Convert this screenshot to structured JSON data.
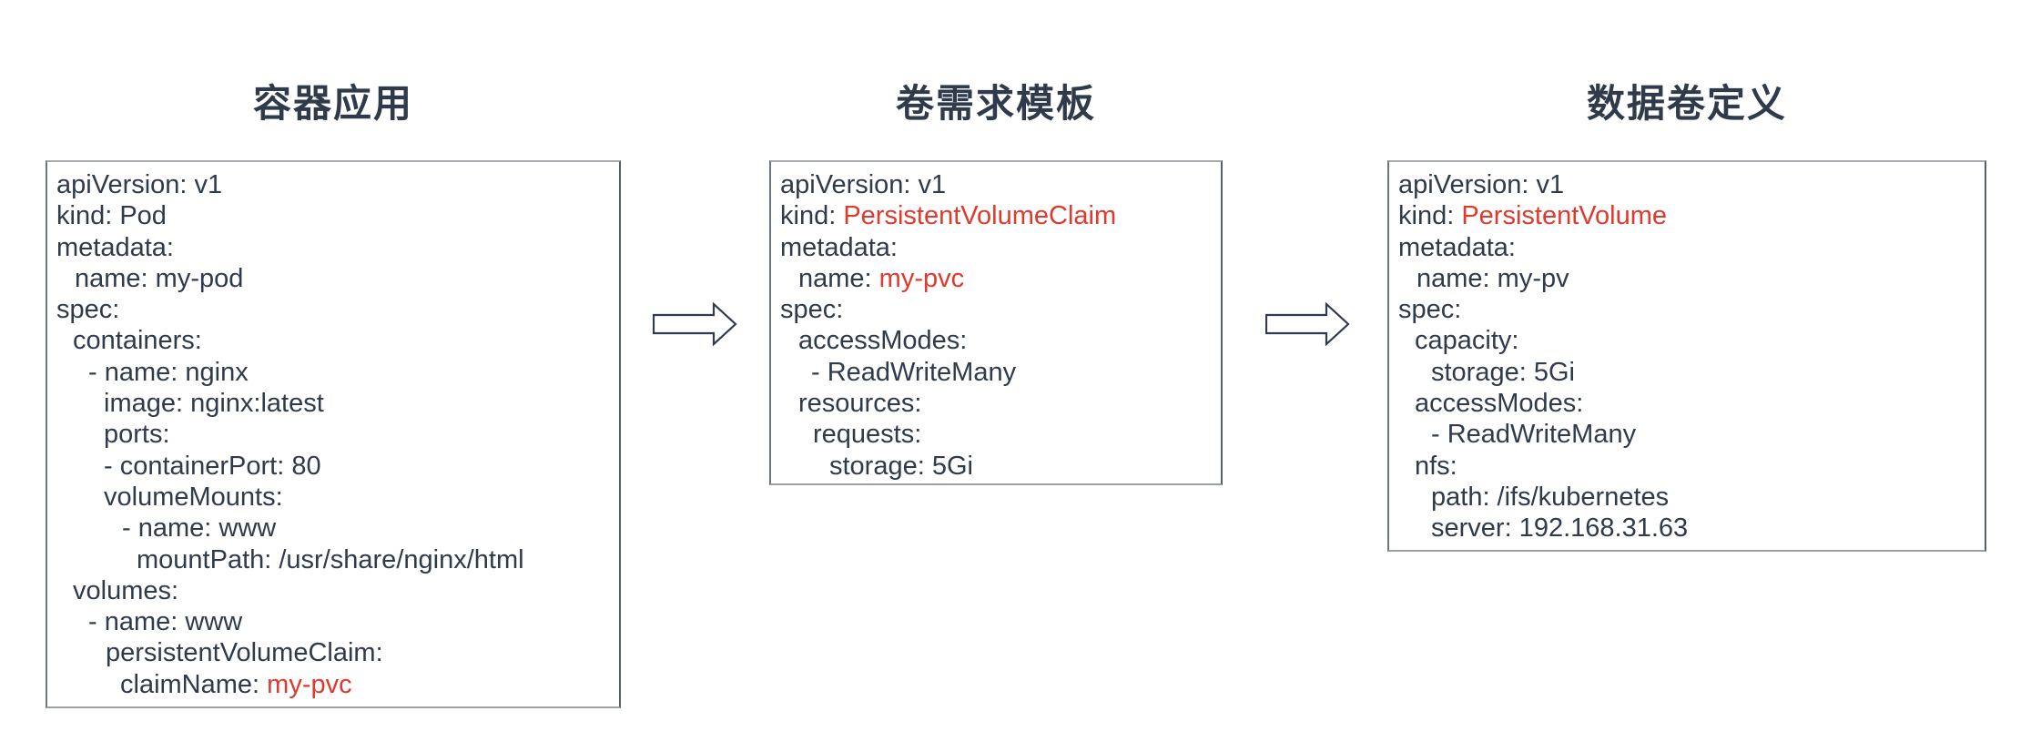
{
  "colors": {
    "text": "#2f3b4b",
    "highlight": "#e0392d",
    "panel_border": "#8a9197",
    "arrow_outline": "#2f3b4b"
  },
  "columns": [
    {
      "title": "容器应用",
      "yaml_lines": [
        {
          "indent": 0,
          "segments": [
            {
              "text": "apiVersion: v1"
            }
          ]
        },
        {
          "indent": 0,
          "segments": [
            {
              "text": "kind: Pod"
            }
          ]
        },
        {
          "indent": 0,
          "segments": [
            {
              "text": "metadata:"
            }
          ]
        },
        {
          "indent": 20,
          "segments": [
            {
              "text": "name: my-pod"
            }
          ]
        },
        {
          "indent": 0,
          "segments": [
            {
              "text": "spec:"
            }
          ]
        },
        {
          "indent": 18,
          "segments": [
            {
              "text": "containers:"
            }
          ]
        },
        {
          "indent": 35,
          "segments": [
            {
              "text": "- name: nginx"
            }
          ]
        },
        {
          "indent": 52,
          "segments": [
            {
              "text": "image: nginx:latest"
            }
          ]
        },
        {
          "indent": 52,
          "segments": [
            {
              "text": "ports:"
            }
          ]
        },
        {
          "indent": 52,
          "segments": [
            {
              "text": "- containerPort: 80"
            }
          ]
        },
        {
          "indent": 52,
          "segments": [
            {
              "text": "volumeMounts:"
            }
          ]
        },
        {
          "indent": 72,
          "segments": [
            {
              "text": "- name: www"
            }
          ]
        },
        {
          "indent": 88,
          "segments": [
            {
              "text": "mountPath: /usr/share/nginx/html"
            }
          ]
        },
        {
          "indent": 18,
          "segments": [
            {
              "text": "volumes:"
            }
          ]
        },
        {
          "indent": 35,
          "segments": [
            {
              "text": "- name: www"
            }
          ]
        },
        {
          "indent": 54,
          "segments": [
            {
              "text": "persistentVolumeClaim:"
            }
          ]
        },
        {
          "indent": 70,
          "segments": [
            {
              "text": "claimName: "
            },
            {
              "text": "my-pvc",
              "color": "highlight"
            }
          ]
        }
      ]
    },
    {
      "title": "卷需求模板",
      "yaml_lines": [
        {
          "indent": 0,
          "segments": [
            {
              "text": "apiVersion: v1"
            }
          ]
        },
        {
          "indent": 0,
          "segments": [
            {
              "text": "kind: "
            },
            {
              "text": "PersistentVolumeClaim",
              "color": "highlight"
            }
          ]
        },
        {
          "indent": 0,
          "segments": [
            {
              "text": "metadata:"
            }
          ]
        },
        {
          "indent": 20,
          "segments": [
            {
              "text": "name: "
            },
            {
              "text": "my-pvc",
              "color": "highlight"
            }
          ]
        },
        {
          "indent": 0,
          "segments": [
            {
              "text": "spec:"
            }
          ]
        },
        {
          "indent": 20,
          "segments": [
            {
              "text": "accessModes:"
            }
          ]
        },
        {
          "indent": 34,
          "segments": [
            {
              "text": "- ReadWriteMany"
            }
          ]
        },
        {
          "indent": 20,
          "segments": [
            {
              "text": "resources:"
            }
          ]
        },
        {
          "indent": 36,
          "segments": [
            {
              "text": "requests:"
            }
          ]
        },
        {
          "indent": 54,
          "segments": [
            {
              "text": "storage: 5Gi"
            }
          ]
        }
      ]
    },
    {
      "title": "数据卷定义",
      "yaml_lines": [
        {
          "indent": 0,
          "segments": [
            {
              "text": "apiVersion: v1"
            }
          ]
        },
        {
          "indent": 0,
          "segments": [
            {
              "text": "kind: "
            },
            {
              "text": "PersistentVolume",
              "color": "highlight"
            }
          ]
        },
        {
          "indent": 0,
          "segments": [
            {
              "text": "metadata:"
            }
          ]
        },
        {
          "indent": 20,
          "segments": [
            {
              "text": "name: my-pv"
            }
          ]
        },
        {
          "indent": 0,
          "segments": [
            {
              "text": "spec:"
            }
          ]
        },
        {
          "indent": 18,
          "segments": [
            {
              "text": "capacity:"
            }
          ]
        },
        {
          "indent": 36,
          "segments": [
            {
              "text": "storage: 5Gi"
            }
          ]
        },
        {
          "indent": 18,
          "segments": [
            {
              "text": "accessModes:"
            }
          ]
        },
        {
          "indent": 36,
          "segments": [
            {
              "text": "- ReadWriteMany"
            }
          ]
        },
        {
          "indent": 18,
          "segments": [
            {
              "text": "nfs:"
            }
          ]
        },
        {
          "indent": 36,
          "segments": [
            {
              "text": "path: /ifs/kubernetes"
            }
          ]
        },
        {
          "indent": 36,
          "segments": [
            {
              "text": "server: 192.168.31.63"
            }
          ]
        }
      ]
    }
  ]
}
